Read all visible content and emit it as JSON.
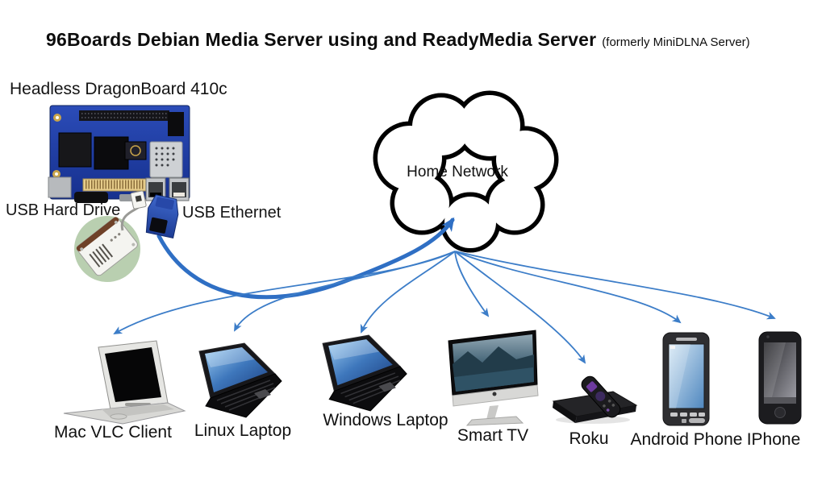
{
  "title": {
    "main": "96Boards Debian Media Server using and ReadyMedia Server",
    "suffix": "(formerly MiniDLNA Server)"
  },
  "server": {
    "board_caption": "Headless DragonBoard 410c",
    "usb_hard_drive_caption": "USB Hard Drive",
    "usb_ethernet_caption": "USB Ethernet"
  },
  "network": {
    "cloud_label": "Home Network"
  },
  "devices": [
    {
      "label": "Mac VLC Client"
    },
    {
      "label": "Linux Laptop"
    },
    {
      "label": "Windows Laptop"
    },
    {
      "label": "Smart TV"
    },
    {
      "label": "Roku"
    },
    {
      "label": "Android Phone"
    },
    {
      "label": "IPhone"
    }
  ],
  "colors": {
    "arrow": "#3c7dc8",
    "cable": "#2f6fc4",
    "cloud_outline": "#000000",
    "pcb_blue": "#1e3ca2",
    "roku_purple": "#6d3a9e",
    "text": "#111111"
  }
}
